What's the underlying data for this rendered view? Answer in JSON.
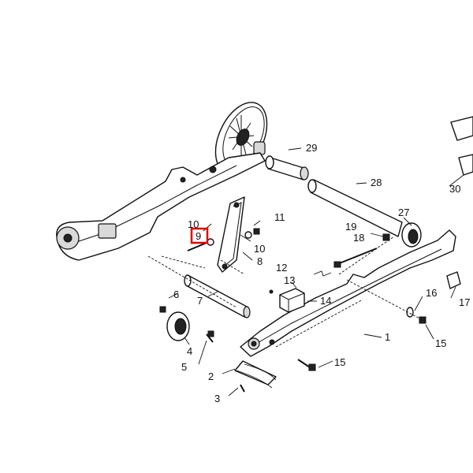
{
  "callouts": {
    "c1": "1",
    "c2": "2",
    "c3": "3",
    "c4": "4",
    "c5": "5",
    "c6": "6",
    "c7": "7",
    "c8": "8",
    "c9": "9",
    "c10a": "10",
    "c10b": "10",
    "c11": "11",
    "c12": "12",
    "c13": "13",
    "c14": "14",
    "c15a": "15",
    "c15b": "15",
    "c16": "16",
    "c17": "17",
    "c18": "18",
    "c19": "19",
    "c27": "27",
    "c28": "28",
    "c29": "29",
    "c30": "30"
  },
  "highlight": {
    "target": "9",
    "color": "#e00000"
  }
}
